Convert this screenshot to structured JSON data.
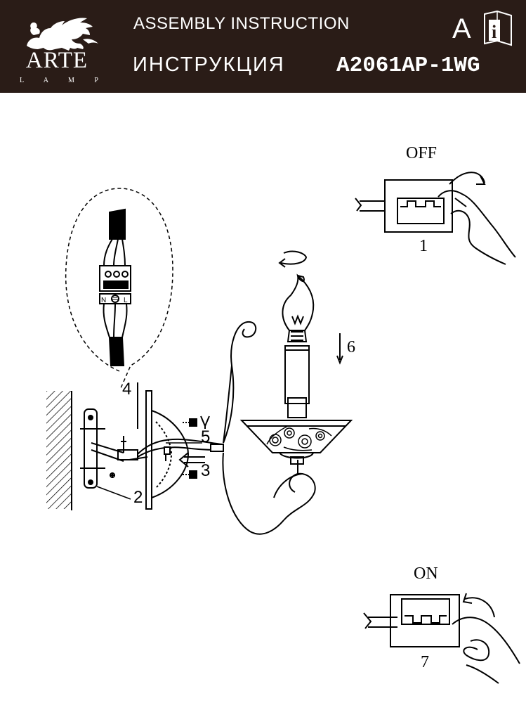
{
  "header": {
    "brand": "ARTE",
    "brand_sub": "L A M P",
    "title_en": "ASSEMBLY INSTRUCTION",
    "title_ru": "ИНСТРУКЦИЯ",
    "model": "A2061AP-1WG",
    "info_letter": "A",
    "info_glyph": "i"
  },
  "switch_off": {
    "label": "OFF",
    "step": "1"
  },
  "switch_on": {
    "label": "ON",
    "step": "7"
  },
  "steps": {
    "s2": "2",
    "s3": "3",
    "s4": "4",
    "s5": "5",
    "s6": "6"
  },
  "terminal_labels": {
    "n": "N",
    "l": "L"
  },
  "colors": {
    "header_bg": "#2a1c17",
    "ink": "#000000"
  }
}
